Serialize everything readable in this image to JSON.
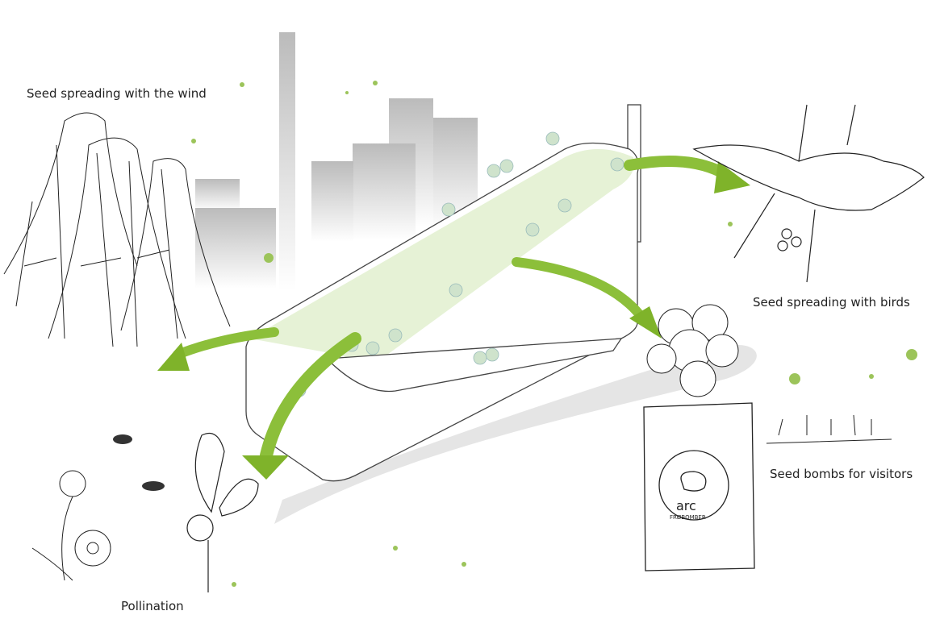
{
  "labels": {
    "wind": "Seed spreading with the wind",
    "birds": "Seed spreading with birds",
    "pollination": "Pollination",
    "seed_bombs": "Seed bombs for visitors"
  },
  "seed_bag": {
    "brand": "arc",
    "product": "FRØBOMBER"
  },
  "colors": {
    "green": "#7fb32a",
    "light_green": "#dcecc4",
    "ink": "#222222",
    "gray": "#cccccc"
  }
}
